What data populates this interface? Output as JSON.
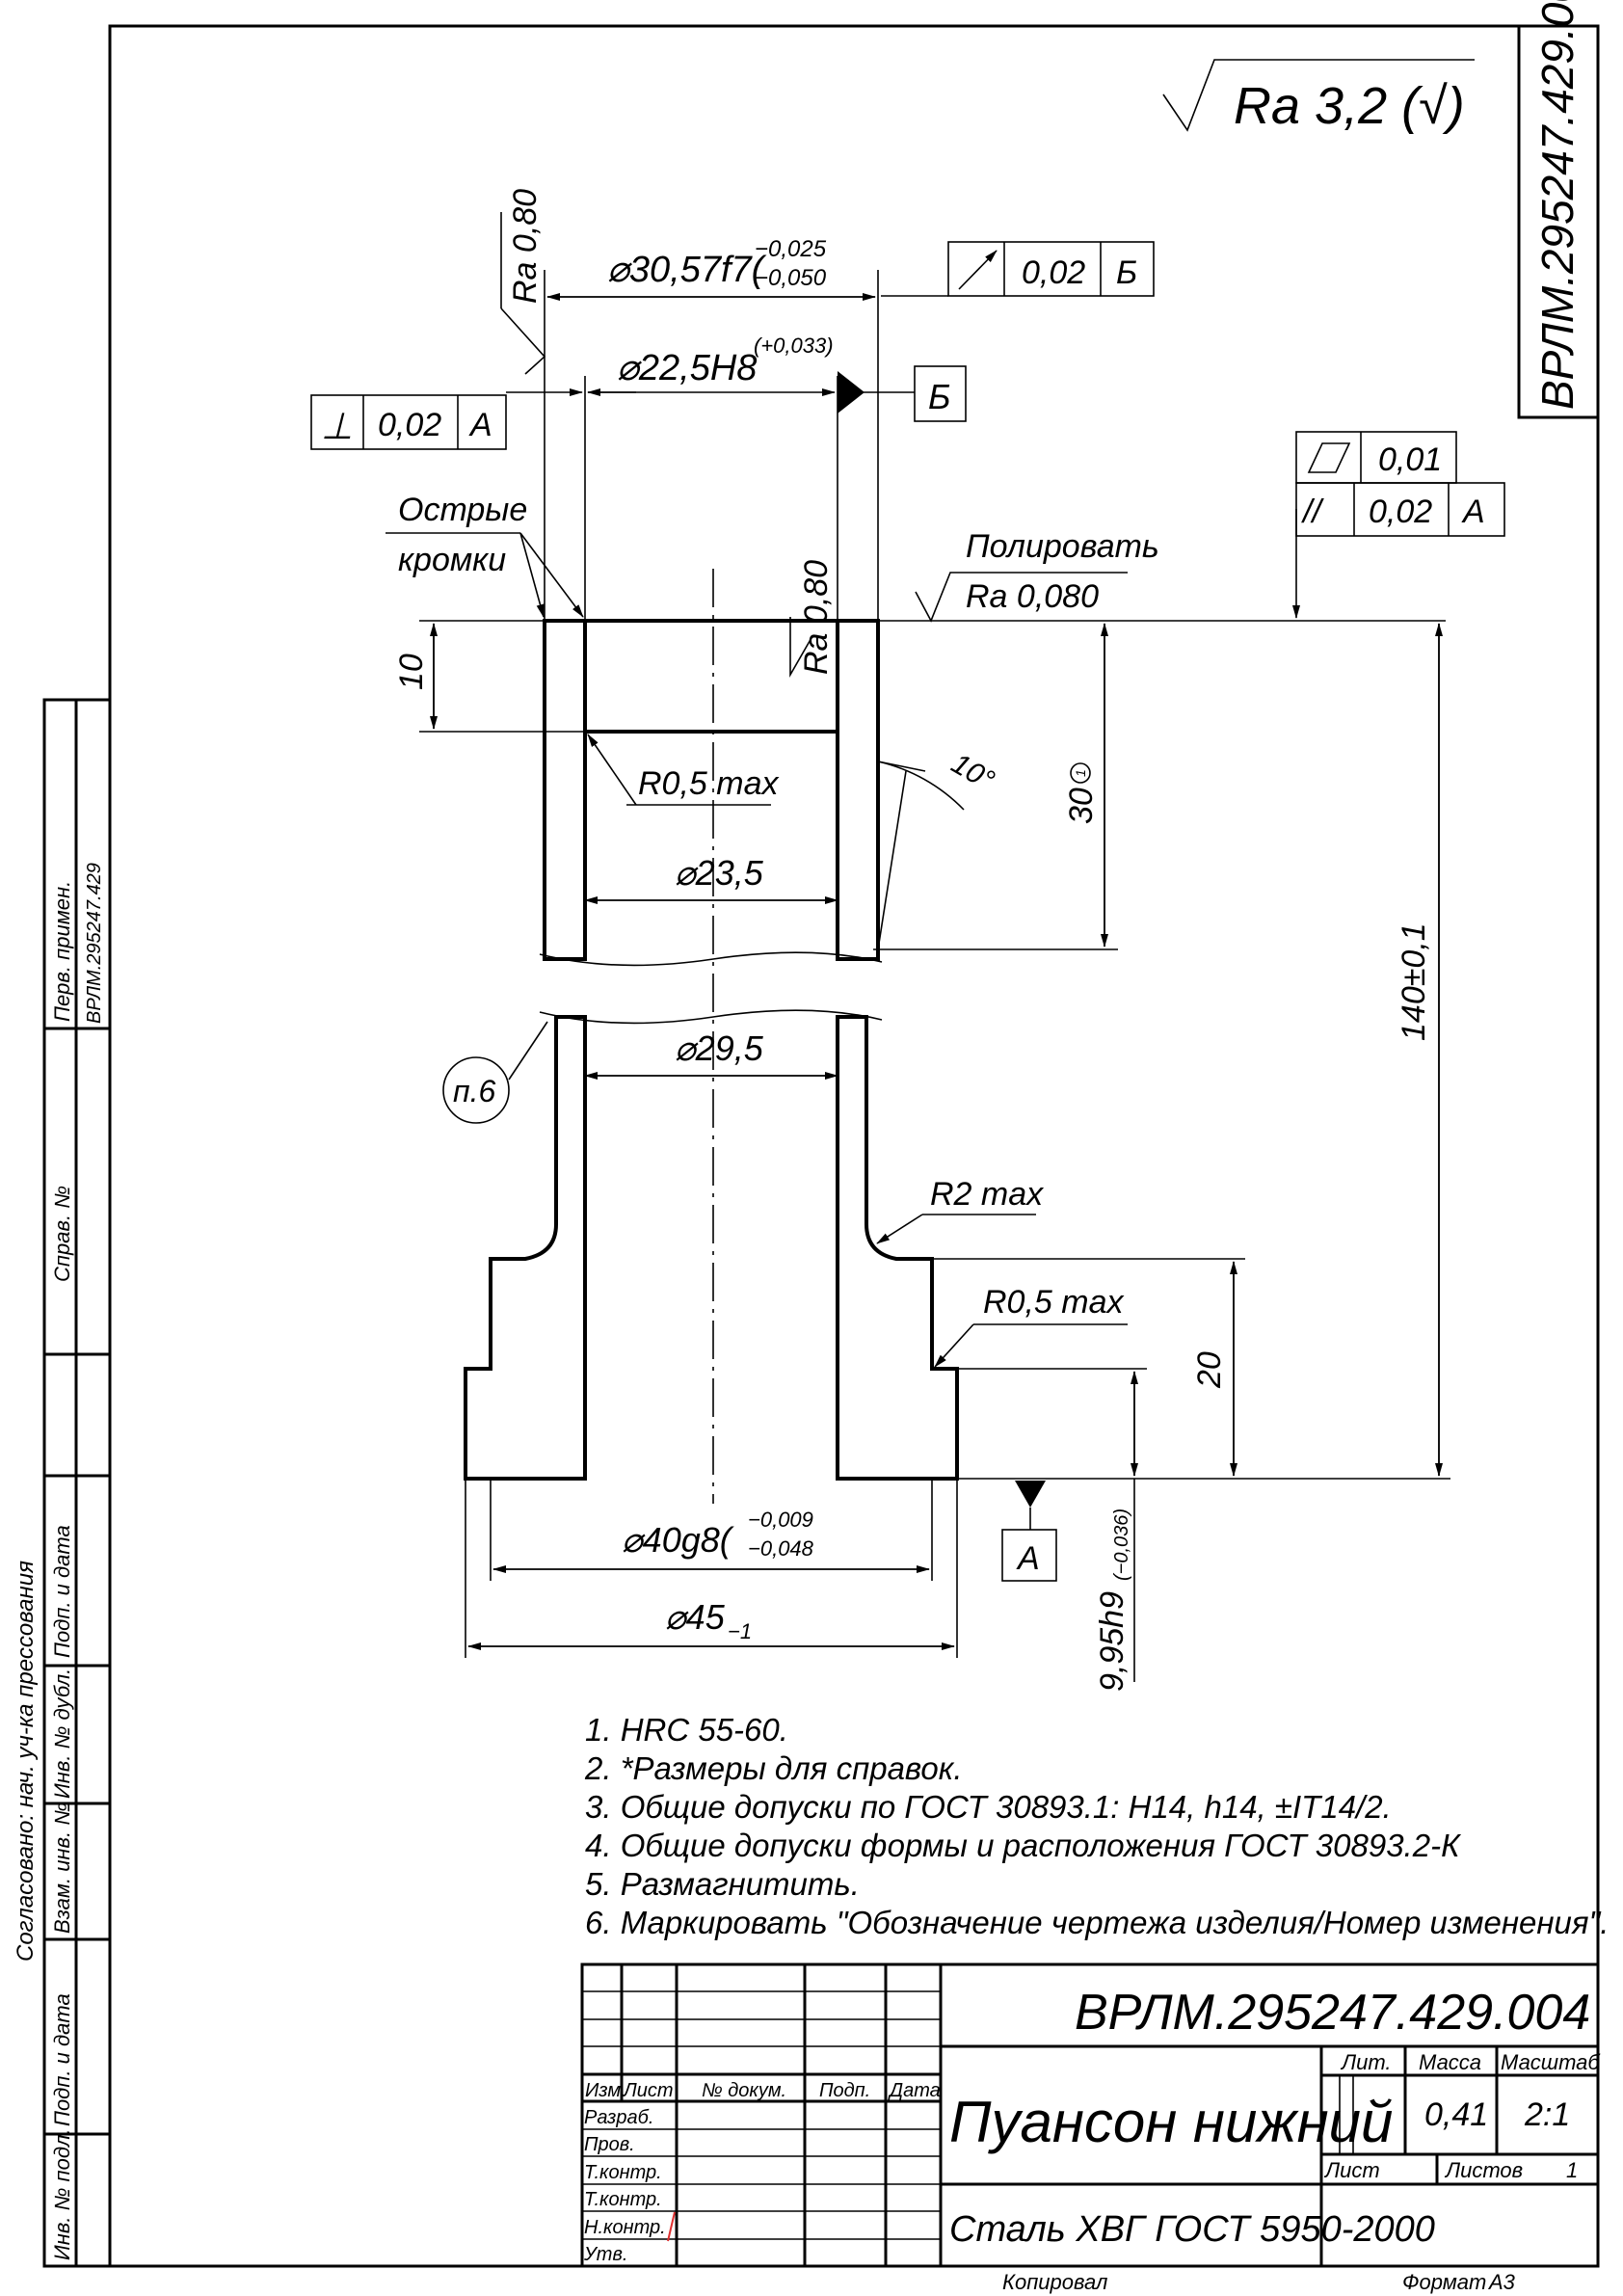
{
  "drawing": {
    "designation": "ВРЛМ.295247.429.004",
    "roughness_general": "Ra 3,2 (√)",
    "dimensions": {
      "d_outer_top": "⌀30,57f7(",
      "d_outer_top_upper": "−0,025",
      "d_outer_top_lower": "−0,050",
      "d_bore": "⌀22,5H8",
      "d_bore_tol": "(+0,033)",
      "d_23_5": "⌀23,5",
      "d_29_5": "⌀29,5",
      "d_40": "⌀40g8(",
      "d_40_upper": "−0,009",
      "d_40_lower": "−0,048",
      "d_45": "⌀45",
      "d_45_tol": "−1",
      "h_10": "10",
      "h_30": "30",
      "h_30_mark": "1",
      "h_140": "140±0,1",
      "h_20": "20",
      "h_9_95": "9,95h9",
      "h_9_95_tol": "(−0,036)",
      "angle": "10°",
      "r_top": "R0,5 max",
      "r_fillet": "R2 max",
      "r_bottom": "R0,5 max"
    },
    "roughness": {
      "ra_outer": "Ra 0,80",
      "ra_inner": "Ra 0,80",
      "polish_label": "Полировать",
      "polish_ra": "Ra 0,080"
    },
    "annotations": {
      "sharp_edges_1": "Острые",
      "sharp_edges_2": "кромки",
      "note_ref": "п.6"
    },
    "tolerances": {
      "perp_symbol": "⊥",
      "perp_value": "0,02",
      "perp_datum": "А",
      "runout_value": "0,02",
      "runout_datum": "Б",
      "flat_value": "0,01",
      "parallel_symbol": "//",
      "parallel_value": "0,02",
      "parallel_datum": "А",
      "datum_a": "А",
      "datum_b": "Б"
    },
    "notes": [
      "1. HRC 55-60.",
      "2.  *Размеры для справок.",
      "3.  Общие допуски по ГОСТ 30893.1: H14, h14, ±IT14/2.",
      "4.  Общие допуски формы и расположения ГОСТ 30893.2-К",
      "5.  Размагнитить.",
      "6.  Маркировать \"Обозначение чертежа изделия/Номер изменения\"."
    ]
  },
  "title_block": {
    "designation": "ВРЛМ.295247.429.004",
    "name": "Пуансон нижний",
    "material": "Сталь ХВГ  ГОСТ 5950-2000",
    "headers": [
      "Изм.",
      "Лист",
      "№ докум.",
      "Подп.",
      "Дата"
    ],
    "roles": [
      "Разраб.",
      "Пров.",
      "Т.контр.",
      "Т.контр.",
      "Н.контр.",
      "Утв."
    ],
    "lit_label": "Лит.",
    "mass_label": "Масса",
    "scale_label": "Масштаб",
    "mass": "0,41",
    "scale": "2:1",
    "sheet_label": "Лист",
    "sheets_label": "Листов",
    "sheets": "1",
    "copied": "Копировал",
    "format_label": "Формат",
    "format": "А3"
  },
  "left_strip": {
    "perv_primen": "Перв. примен.",
    "perv_primen_value": "ВРЛМ.295247.429",
    "sprav_no": "Справ. №",
    "podp_data_1": "Подп. и дата",
    "inv_dubl": "Инв. № дубл.",
    "vzam_inv": "Взам. инв. №",
    "podp_data_2": "Подп. и дата",
    "inv_podl": "Инв. № подл.",
    "agreed": "Согласовано: нач. уч-ка прессования"
  }
}
